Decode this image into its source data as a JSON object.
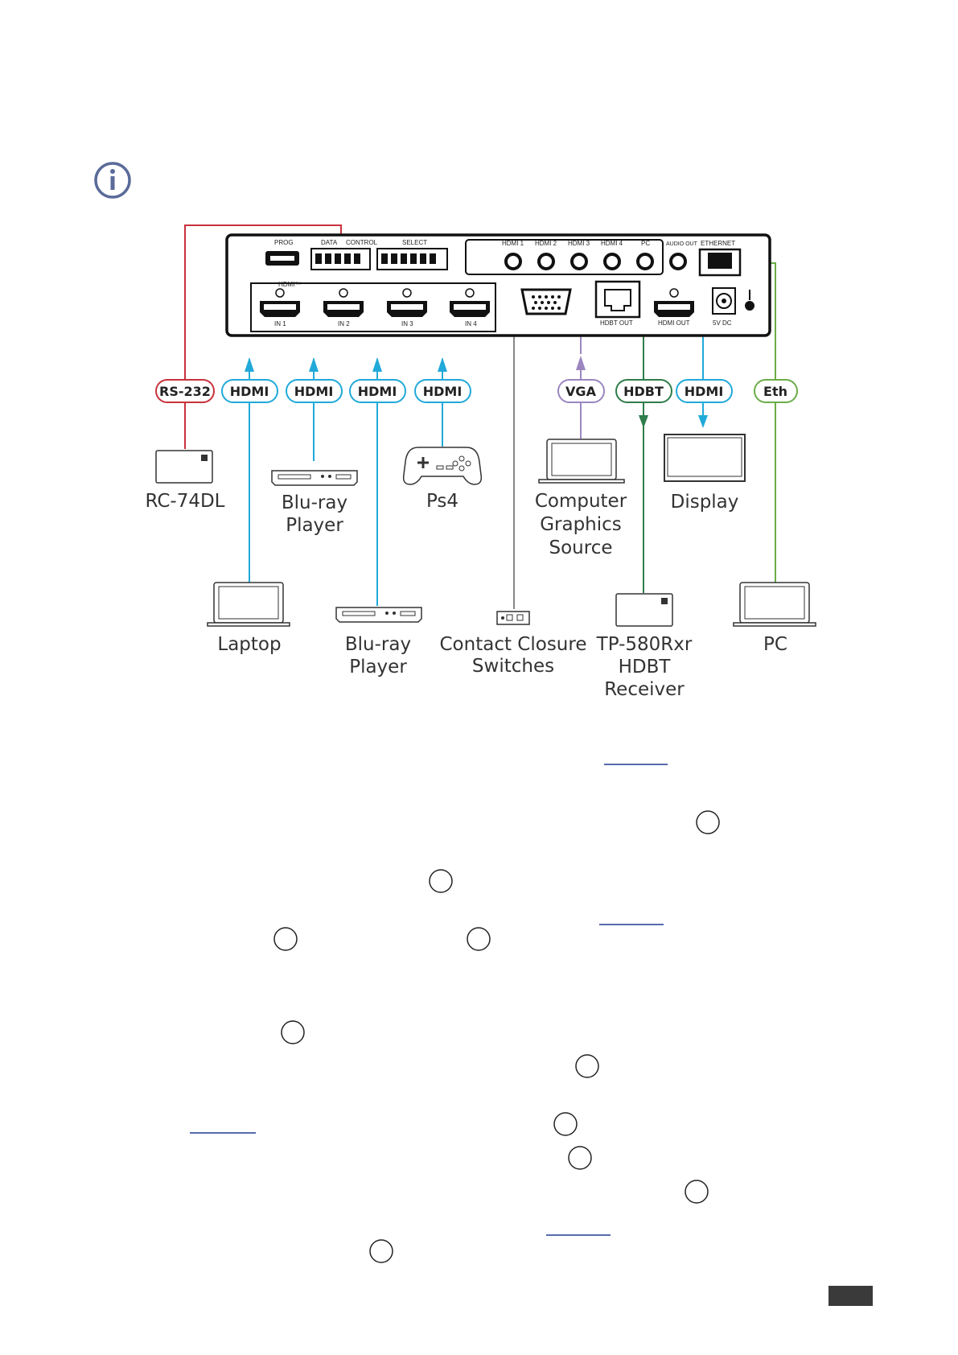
{
  "info_icon": "info-icon",
  "colors": {
    "rs232": "#c8323c",
    "hdmi": "#21a9d9",
    "vga": "#9b86c0",
    "hdbt": "#2e7d4a",
    "eth": "#6aad46",
    "contact": "#777777",
    "link": "#1f3a93",
    "panel": "#111111"
  },
  "panel": {
    "prog": "PROG",
    "data": "DATA",
    "control": "CONTROL",
    "select": "SELECT",
    "hdmi_1": "HDMI 1",
    "hdmi_2": "HDMI 2",
    "hdmi_3": "HDMI 3",
    "hdmi_4": "HDMI 4",
    "pc": "PC",
    "audio_out": "AUDIO OUT",
    "ethernet": "ETHERNET",
    "hdmi_tm": "HDMI™",
    "in1": "IN 1",
    "in2": "IN 2",
    "in3": "IN 3",
    "in4": "IN 4",
    "hdbt_out": "HDBT OUT",
    "hdmi_out": "HDMI OUT",
    "dc": "5V DC"
  },
  "connectors": {
    "rs232": "RS-232",
    "hdmi": "HDMI",
    "vga": "VGA",
    "hdbt": "HDBT",
    "eth": "Eth"
  },
  "devices": {
    "rc74dl": "RC-74DL",
    "bluray_top": [
      "Blu-ray",
      "Player"
    ],
    "ps4": "Ps4",
    "computer": [
      "Computer",
      "Graphics",
      "Source"
    ],
    "display": "Display",
    "laptop": "Laptop",
    "bluray_bottom": [
      "Blu-ray",
      "Player"
    ],
    "contact": [
      "Contact Closure",
      "Switches"
    ],
    "receiver": [
      "TP-580Rxr",
      "HDBT",
      "Receiver"
    ],
    "pc": "PC"
  }
}
